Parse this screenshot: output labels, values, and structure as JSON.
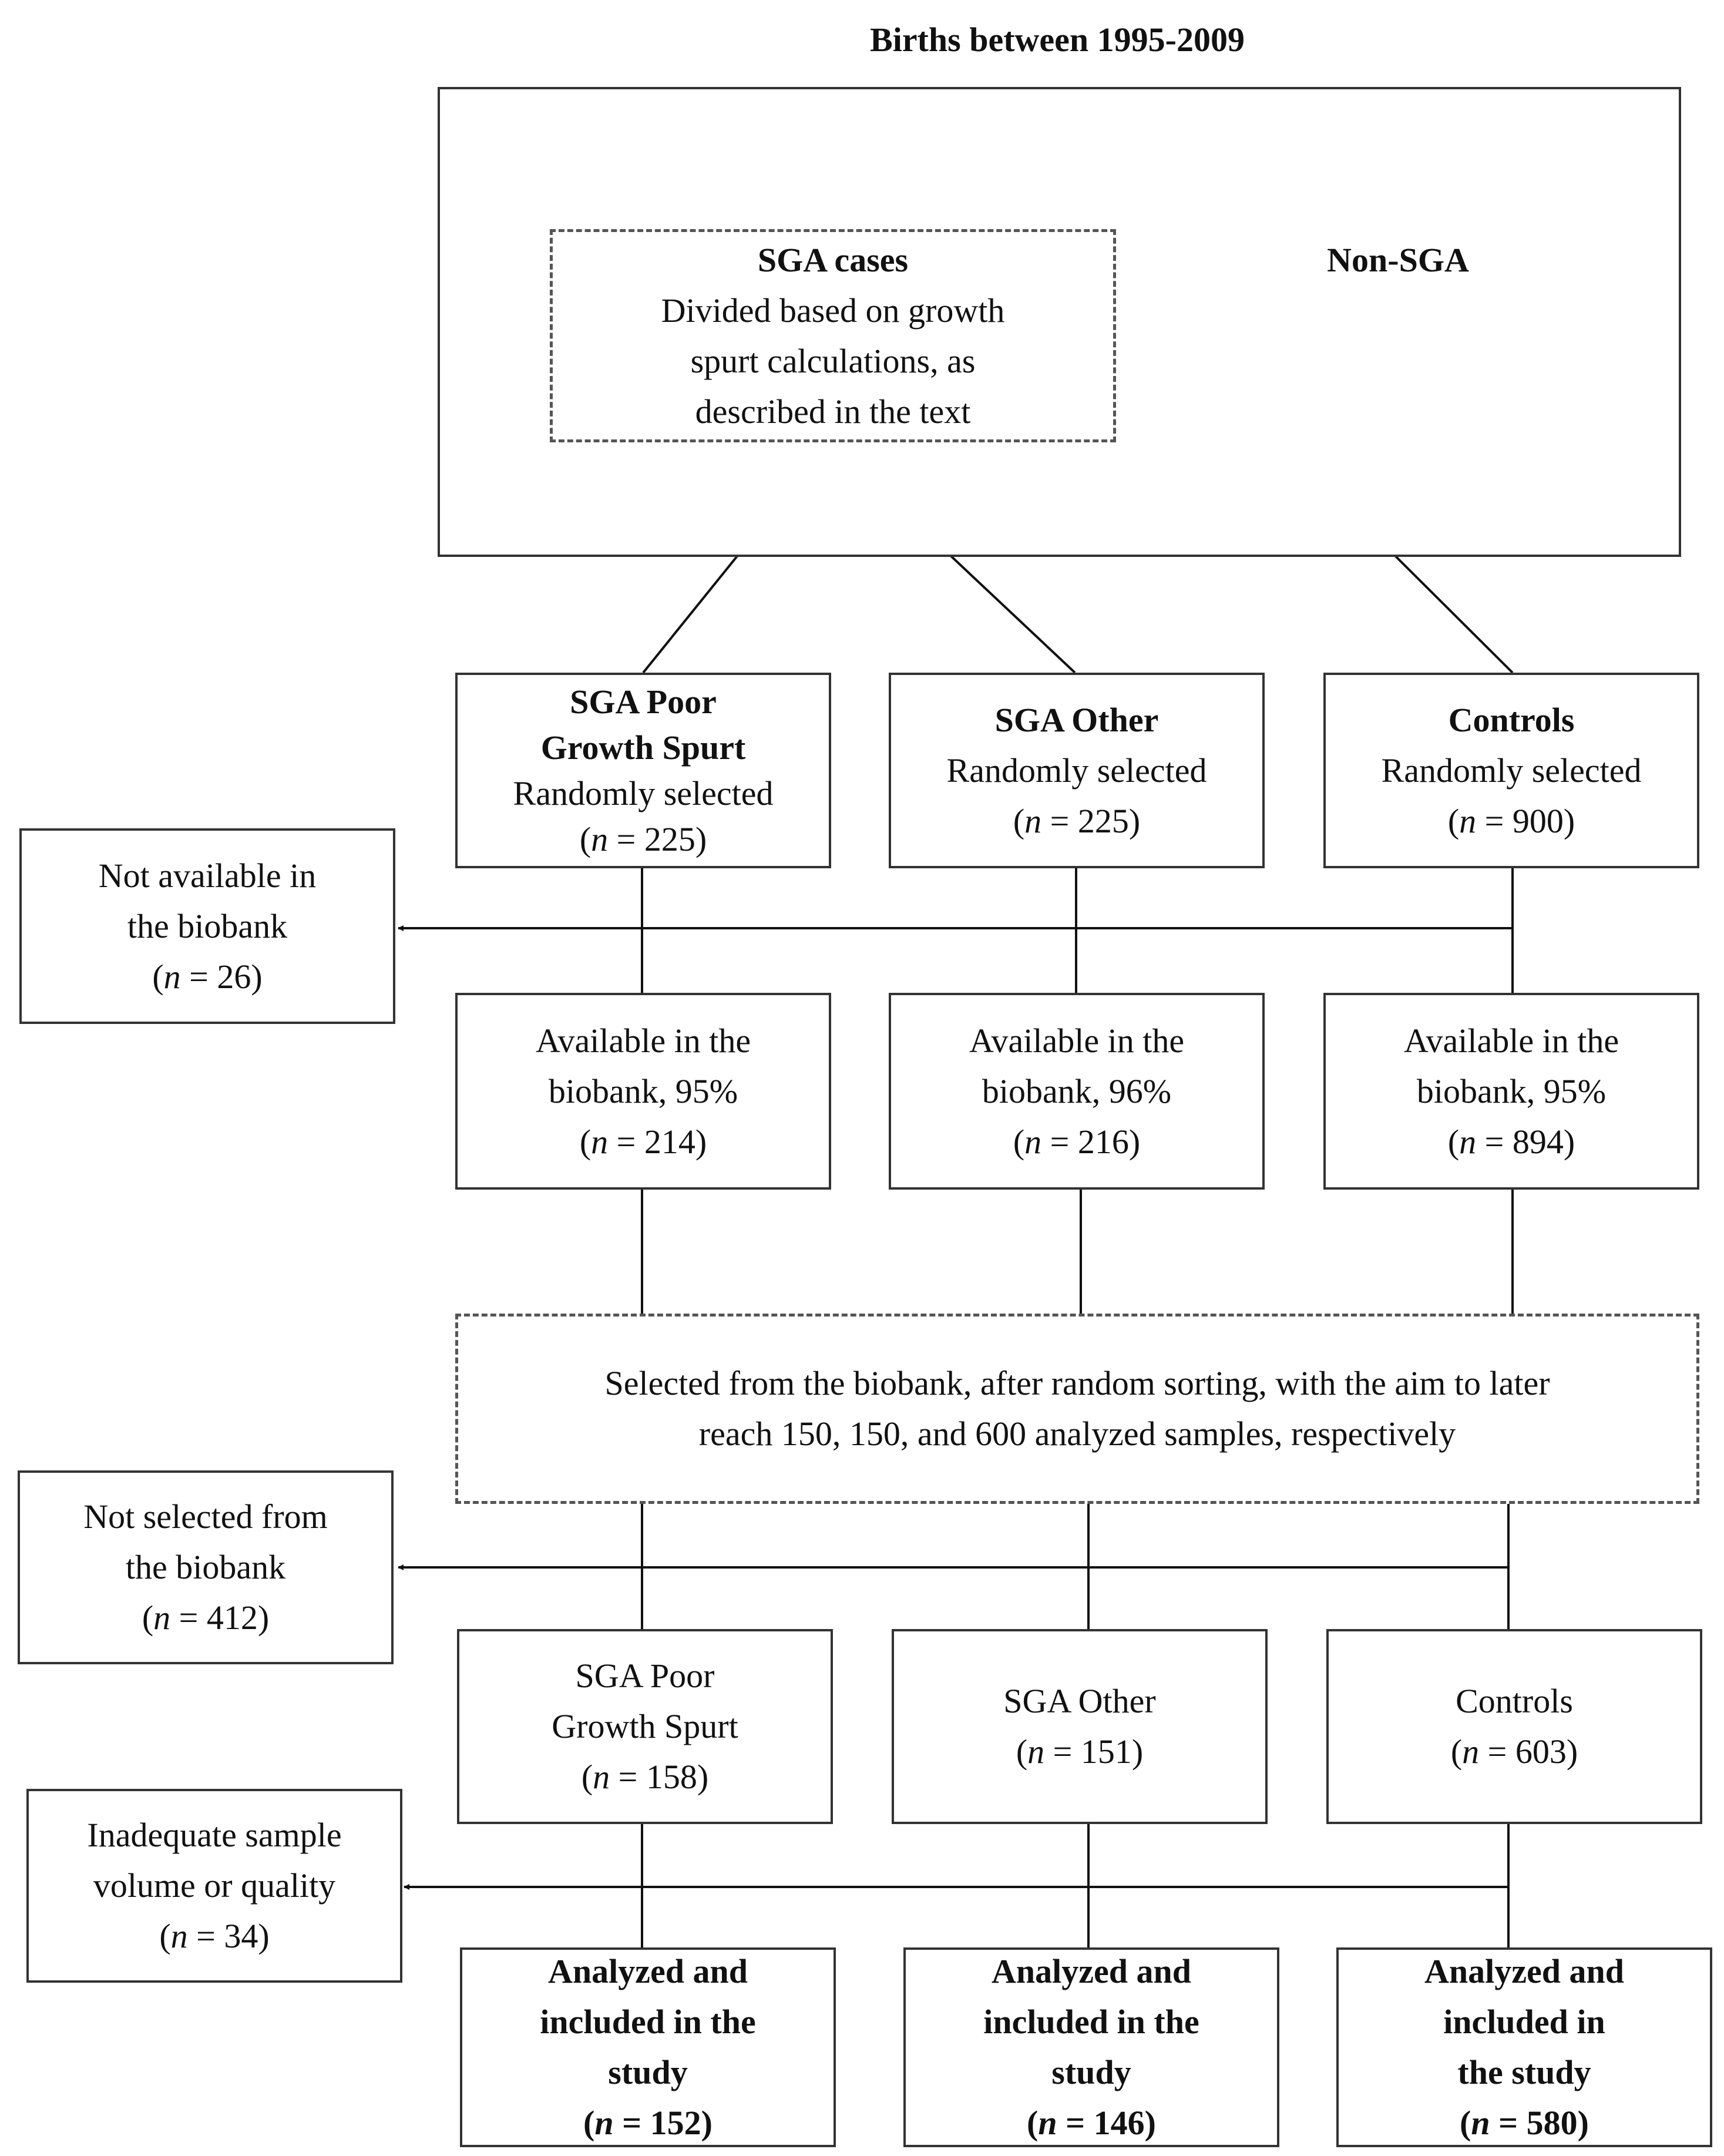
{
  "title": "Births between 1995-2009",
  "top": {
    "sga_cases": {
      "heading": "SGA cases",
      "lines": [
        "Divided based on growth",
        "spurt calculations, as",
        "described in the text"
      ]
    },
    "non_sga": "Non-SGA"
  },
  "selected": [
    {
      "title_lines": [
        "SGA Poor",
        "Growth Spurt"
      ],
      "note": "Randomly selected",
      "n_prefix": "(",
      "n_var": "n",
      "n_suffix": " = 225)"
    },
    {
      "title_lines": [
        "SGA Other"
      ],
      "note": "Randomly selected",
      "n_prefix": "(",
      "n_var": "n",
      "n_suffix": " = 225)"
    },
    {
      "title_lines": [
        "Controls"
      ],
      "note": "Randomly selected",
      "n_prefix": "(",
      "n_var": "n",
      "n_suffix": " = 900)"
    }
  ],
  "exclusions": [
    {
      "lines": [
        "Not available in",
        "the biobank"
      ],
      "n_prefix": "(",
      "n_var": "n",
      "n_suffix": " = 26)"
    },
    {
      "lines": [
        "Not selected from",
        "the biobank"
      ],
      "n_prefix": "(",
      "n_var": "n",
      "n_suffix": " = 412)"
    },
    {
      "lines": [
        "Inadequate sample",
        "volume or quality"
      ],
      "n_prefix": "(",
      "n_var": "n",
      "n_suffix": " = 34)"
    }
  ],
  "available": [
    {
      "lines": [
        "Available in the",
        "biobank, 95%"
      ],
      "n_prefix": "(",
      "n_var": "n",
      "n_suffix": " = 214)"
    },
    {
      "lines": [
        "Available in the",
        "biobank, 96%"
      ],
      "n_prefix": "(",
      "n_var": "n",
      "n_suffix": " = 216)"
    },
    {
      "lines": [
        "Available in the",
        "biobank, 95%"
      ],
      "n_prefix": "(",
      "n_var": "n",
      "n_suffix": " = 894)"
    }
  ],
  "sorting": {
    "lines": [
      "Selected from the biobank, after random sorting, with the aim to later",
      "reach 150, 150, and 600 analyzed samples, respectively"
    ]
  },
  "selected_from_biobank": [
    {
      "lines": [
        "SGA Poor",
        "Growth Spurt"
      ],
      "n_prefix": "(",
      "n_var": "n",
      "n_suffix": " = 158)"
    },
    {
      "lines": [
        "SGA Other"
      ],
      "n_prefix": "(",
      "n_var": "n",
      "n_suffix": " = 151)"
    },
    {
      "lines": [
        "Controls"
      ],
      "n_prefix": "(",
      "n_var": "n",
      "n_suffix": " = 603)"
    }
  ],
  "analyzed": [
    {
      "lines": [
        "Analyzed and",
        "included in the",
        "study"
      ],
      "n_prefix": "(",
      "n_var": "n",
      "n_suffix": " = 152)"
    },
    {
      "lines": [
        "Analyzed and",
        "included in the",
        "study"
      ],
      "n_prefix": "(",
      "n_var": "n",
      "n_suffix": " = 146)"
    },
    {
      "lines": [
        "Analyzed and",
        "included in",
        "the study"
      ],
      "n_prefix": "(",
      "n_var": "n",
      "n_suffix": " = 580)"
    }
  ]
}
